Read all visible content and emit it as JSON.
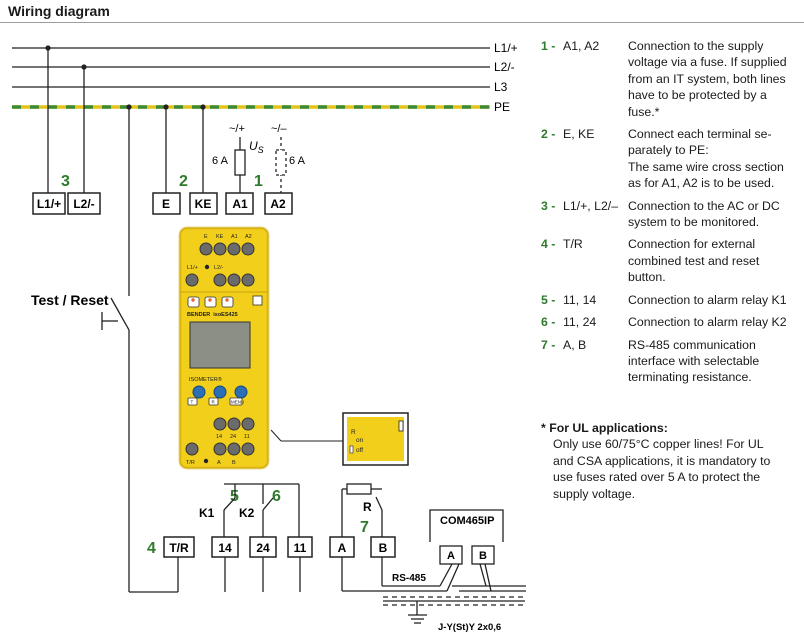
{
  "header": {
    "title": "Wiring diagram"
  },
  "lines": {
    "l1": "L1/+",
    "l2": "L2/-",
    "l3": "L3",
    "pe": "PE"
  },
  "terminals": {
    "l1": "L1/+",
    "l2": "L2/-",
    "e": "E",
    "ke": "KE",
    "a1": "A1",
    "a2": "A2",
    "tr": "T/R",
    "t14": "14",
    "t24": "24",
    "t11": "11",
    "ta": "A",
    "tb": "B",
    "com_a": "A",
    "com_b": "B"
  },
  "callouts": {
    "c1": "1",
    "c2": "2",
    "c3": "3",
    "c4": "4",
    "c5": "5",
    "c6": "6",
    "c7": "7"
  },
  "supply": {
    "ac": "~/+",
    "dc": "~/–",
    "u": "U",
    "u_sub": "S",
    "fuse1": "6 A",
    "fuse2": "6 A"
  },
  "switch": {
    "label": "Test / Reset"
  },
  "relays": {
    "k1": "K1",
    "k2": "K2",
    "r": "R"
  },
  "bus": {
    "device": "COM465IP",
    "rs485": "RS-485",
    "cable": "J-Y(St)Y 2x0,6"
  },
  "device": {
    "top_terminals": [
      "E",
      "KE",
      "A1",
      "A2"
    ],
    "mid_terminals": [
      "L1/+",
      "L2/-"
    ],
    "brand": "BENDER",
    "model": "isoES425",
    "name": "ISOMETER®",
    "bottom_terminals": [
      "14",
      "24",
      "11"
    ],
    "bottom_labels": [
      "T/R",
      "A",
      "B"
    ],
    "buttons": [
      "T",
      "R",
      "MENU"
    ]
  },
  "switch_box": {
    "r": "R",
    "on": "on",
    "off": "off"
  },
  "legend": [
    {
      "num": "1 -",
      "term": "A1, A2",
      "desc": [
        "Connection to the supply",
        "voltage via a fuse. If supplied",
        "from an IT system, both lines",
        "have to be protected by a",
        "fuse.*"
      ]
    },
    {
      "num": "2 -",
      "term": "E, KE",
      "desc": [
        "Connect each terminal se-",
        "parately to PE:",
        "The same wire cross section",
        "as for A1, A2 is to be used."
      ]
    },
    {
      "num": "3 -",
      "term": "L1/+, L2/–",
      "desc": [
        "Connection to the AC or DC",
        "system to be monitored."
      ]
    },
    {
      "num": "4 -",
      "term": "T/R",
      "desc": [
        "Connection for external",
        "combined test and reset",
        "button."
      ]
    },
    {
      "num": "5 -",
      "term": "11, 14",
      "desc": [
        "Connection to alarm relay K1"
      ]
    },
    {
      "num": "6 -",
      "term": "11, 24",
      "desc": [
        "Connection to alarm relay K2"
      ]
    },
    {
      "num": "7 -",
      "term": "A, B",
      "desc": [
        "RS-485 communication",
        "interface with selectable",
        "terminating resistance."
      ]
    }
  ],
  "ul_note": {
    "title": "* For UL applications:",
    "lines": [
      "Only use 60/75°C copper lines! For UL",
      "and CSA applications, it is mandatory to",
      "use fuses rated over 5 A to protect the",
      "supply voltage."
    ]
  },
  "colors": {
    "callout": "#2f7a2d",
    "device": "#f2cf1a",
    "pe_yellow": "#e5c21a",
    "pe_green": "#3e8a34",
    "button": "#2c6fb5"
  }
}
